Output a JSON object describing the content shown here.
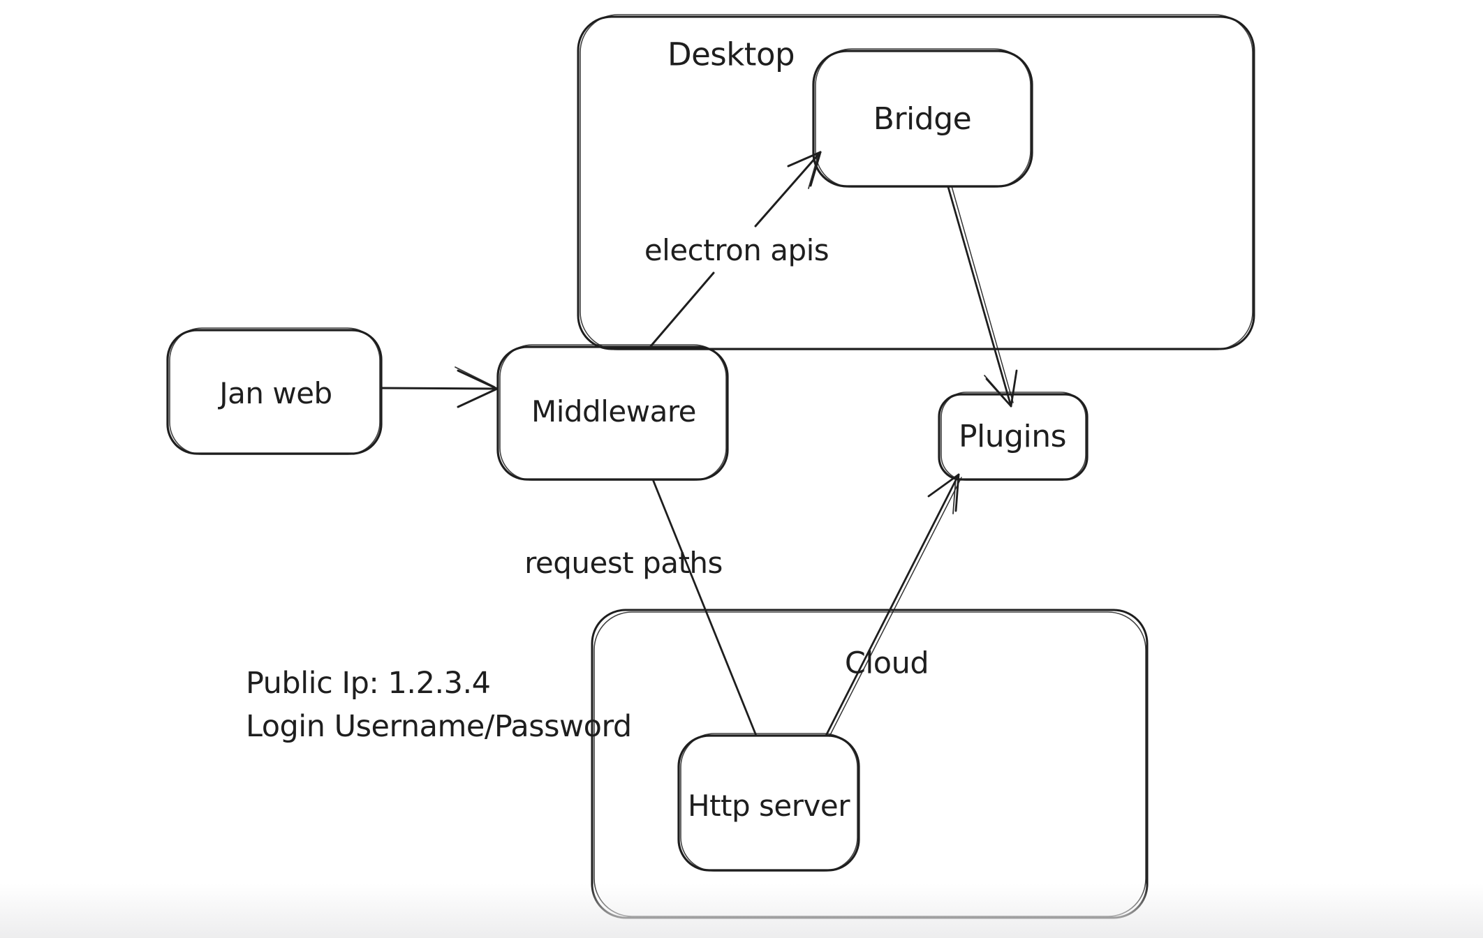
{
  "canvas": {
    "background": "#ffffff",
    "stroke_color": "#1e1e1e",
    "style": "hand-drawn whiteboard diagram"
  },
  "containers": [
    {
      "id": "desktop",
      "label": "Desktop"
    },
    {
      "id": "cloud",
      "label": "Cloud"
    }
  ],
  "nodes": [
    {
      "id": "jan-web",
      "label": "Jan web"
    },
    {
      "id": "middleware",
      "label": "Middleware"
    },
    {
      "id": "bridge",
      "label": "Bridge"
    },
    {
      "id": "plugins",
      "label": "Plugins"
    },
    {
      "id": "http-server",
      "label": "Http server"
    }
  ],
  "edges": [
    {
      "id": "jan-web-to-middleware",
      "from": "Jan web",
      "to": "Middleware",
      "label": ""
    },
    {
      "id": "middleware-to-bridge",
      "from": "Middleware",
      "to": "Bridge",
      "label": "electron apis"
    },
    {
      "id": "bridge-to-plugins",
      "from": "Bridge",
      "to": "Plugins",
      "label": ""
    },
    {
      "id": "middleware-to-http-server",
      "from": "Middleware",
      "to": "Http server",
      "label": "request paths"
    },
    {
      "id": "http-server-to-plugins",
      "from": "Http server",
      "to": "Plugins",
      "label": ""
    }
  ],
  "annotations": {
    "line1": "Public Ip: 1.2.3.4",
    "line2": "Login Username/Password"
  }
}
